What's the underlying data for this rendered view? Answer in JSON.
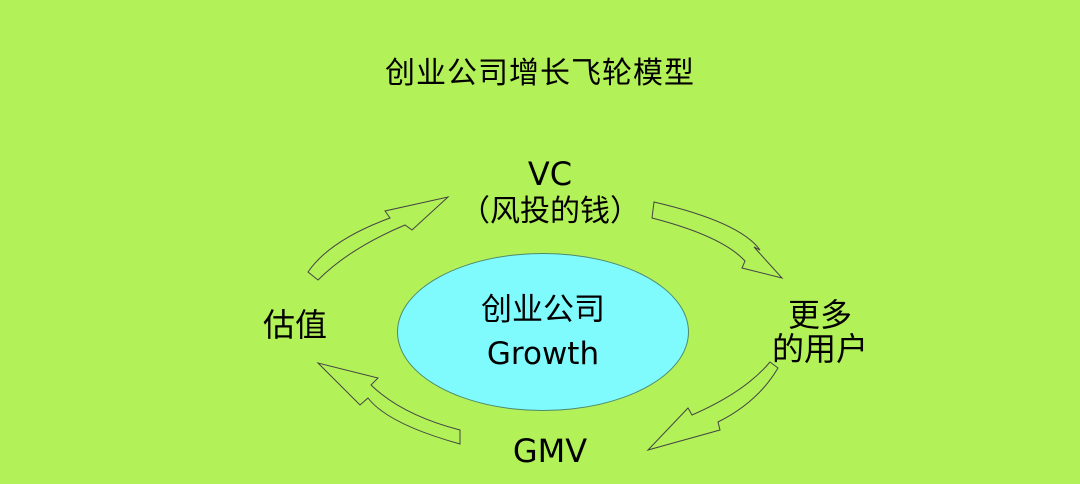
{
  "title": "创业公司增长飞轮模型",
  "center": {
    "line1": "创业公司",
    "line2": "Growth"
  },
  "nodes": {
    "vc": {
      "line1": "VC",
      "line2": "（风投的钱）"
    },
    "users": {
      "line1": "更多",
      "line2": "的用户"
    },
    "valuation": "估值",
    "gmv": "GMV"
  },
  "colors": {
    "background": "#b2f157",
    "ellipse_fill": "#7ffbfe",
    "arrow_fill": "#b2f157",
    "arrow_stroke": "#444444"
  }
}
